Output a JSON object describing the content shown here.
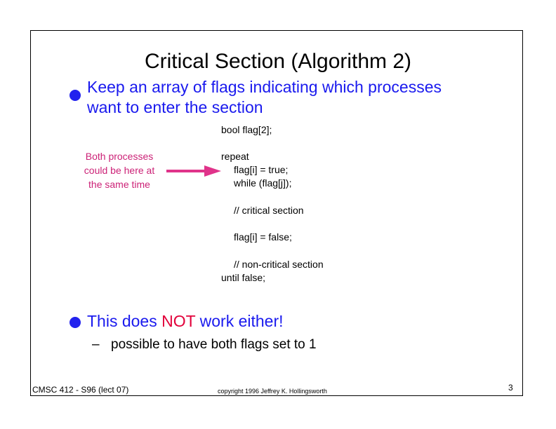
{
  "slide": {
    "title": "Critical Section (Algorithm 2)",
    "bullets": [
      {
        "line1": "Keep an array of flags indicating which processes",
        "line2": "want to enter the section"
      },
      {
        "before": "This does ",
        "emphasis": "NOT",
        "after": " work either!",
        "subitem_dash": "–",
        "subitem": "possible to have both flags set to 1"
      }
    ],
    "code": [
      "bool flag[2];",
      "repeat",
      "flag[i] = true;",
      "while (flag[j]);",
      "// critical section",
      "flag[i] = false;",
      "// non-critical section",
      "until false;"
    ],
    "annotation": {
      "line1": "Both processes",
      "line2": "could be here at",
      "line3": "the same time"
    },
    "footer": {
      "course": "CMSC 412 - S96  (lect 07)",
      "copyright": "copyright 1996  Jeffrey K. Hollingsworth",
      "page": "3"
    },
    "colors": {
      "bullet_text": "#1a1aee",
      "emphasis": "#e2003a",
      "annotation": "#cc2277",
      "arrow": "#e0338a"
    }
  }
}
